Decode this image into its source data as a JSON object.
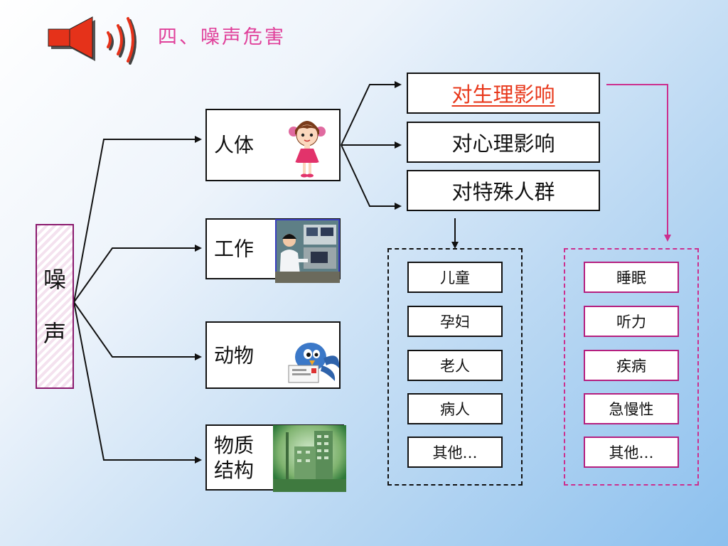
{
  "title": "四、噪声危害",
  "root": {
    "chars": [
      "噪",
      "声"
    ]
  },
  "categories": [
    {
      "label": "人体",
      "icon": "girl-cartoon-icon"
    },
    {
      "label": "工作",
      "icon": "lab-worker-photo"
    },
    {
      "label": "动物",
      "icon": "bird-cartoon-icon"
    },
    {
      "label": "物质\n结构",
      "icon": "building-photo"
    }
  ],
  "effects": [
    {
      "label": "对生理影响",
      "highlight": true
    },
    {
      "label": "对心理影响",
      "highlight": false
    },
    {
      "label": "对特殊人群",
      "highlight": false
    }
  ],
  "special_groups": [
    "儿童",
    "孕妇",
    "老人",
    "病人",
    "其他…"
  ],
  "physiological_effects": [
    "睡眠",
    "听力",
    "疾病",
    "急慢性",
    "其他…"
  ],
  "colors": {
    "title": "#e0409a",
    "highlight_text": "#e8381b",
    "pink_border": "#cc2f8e",
    "root_border": "#8a1a6e"
  }
}
